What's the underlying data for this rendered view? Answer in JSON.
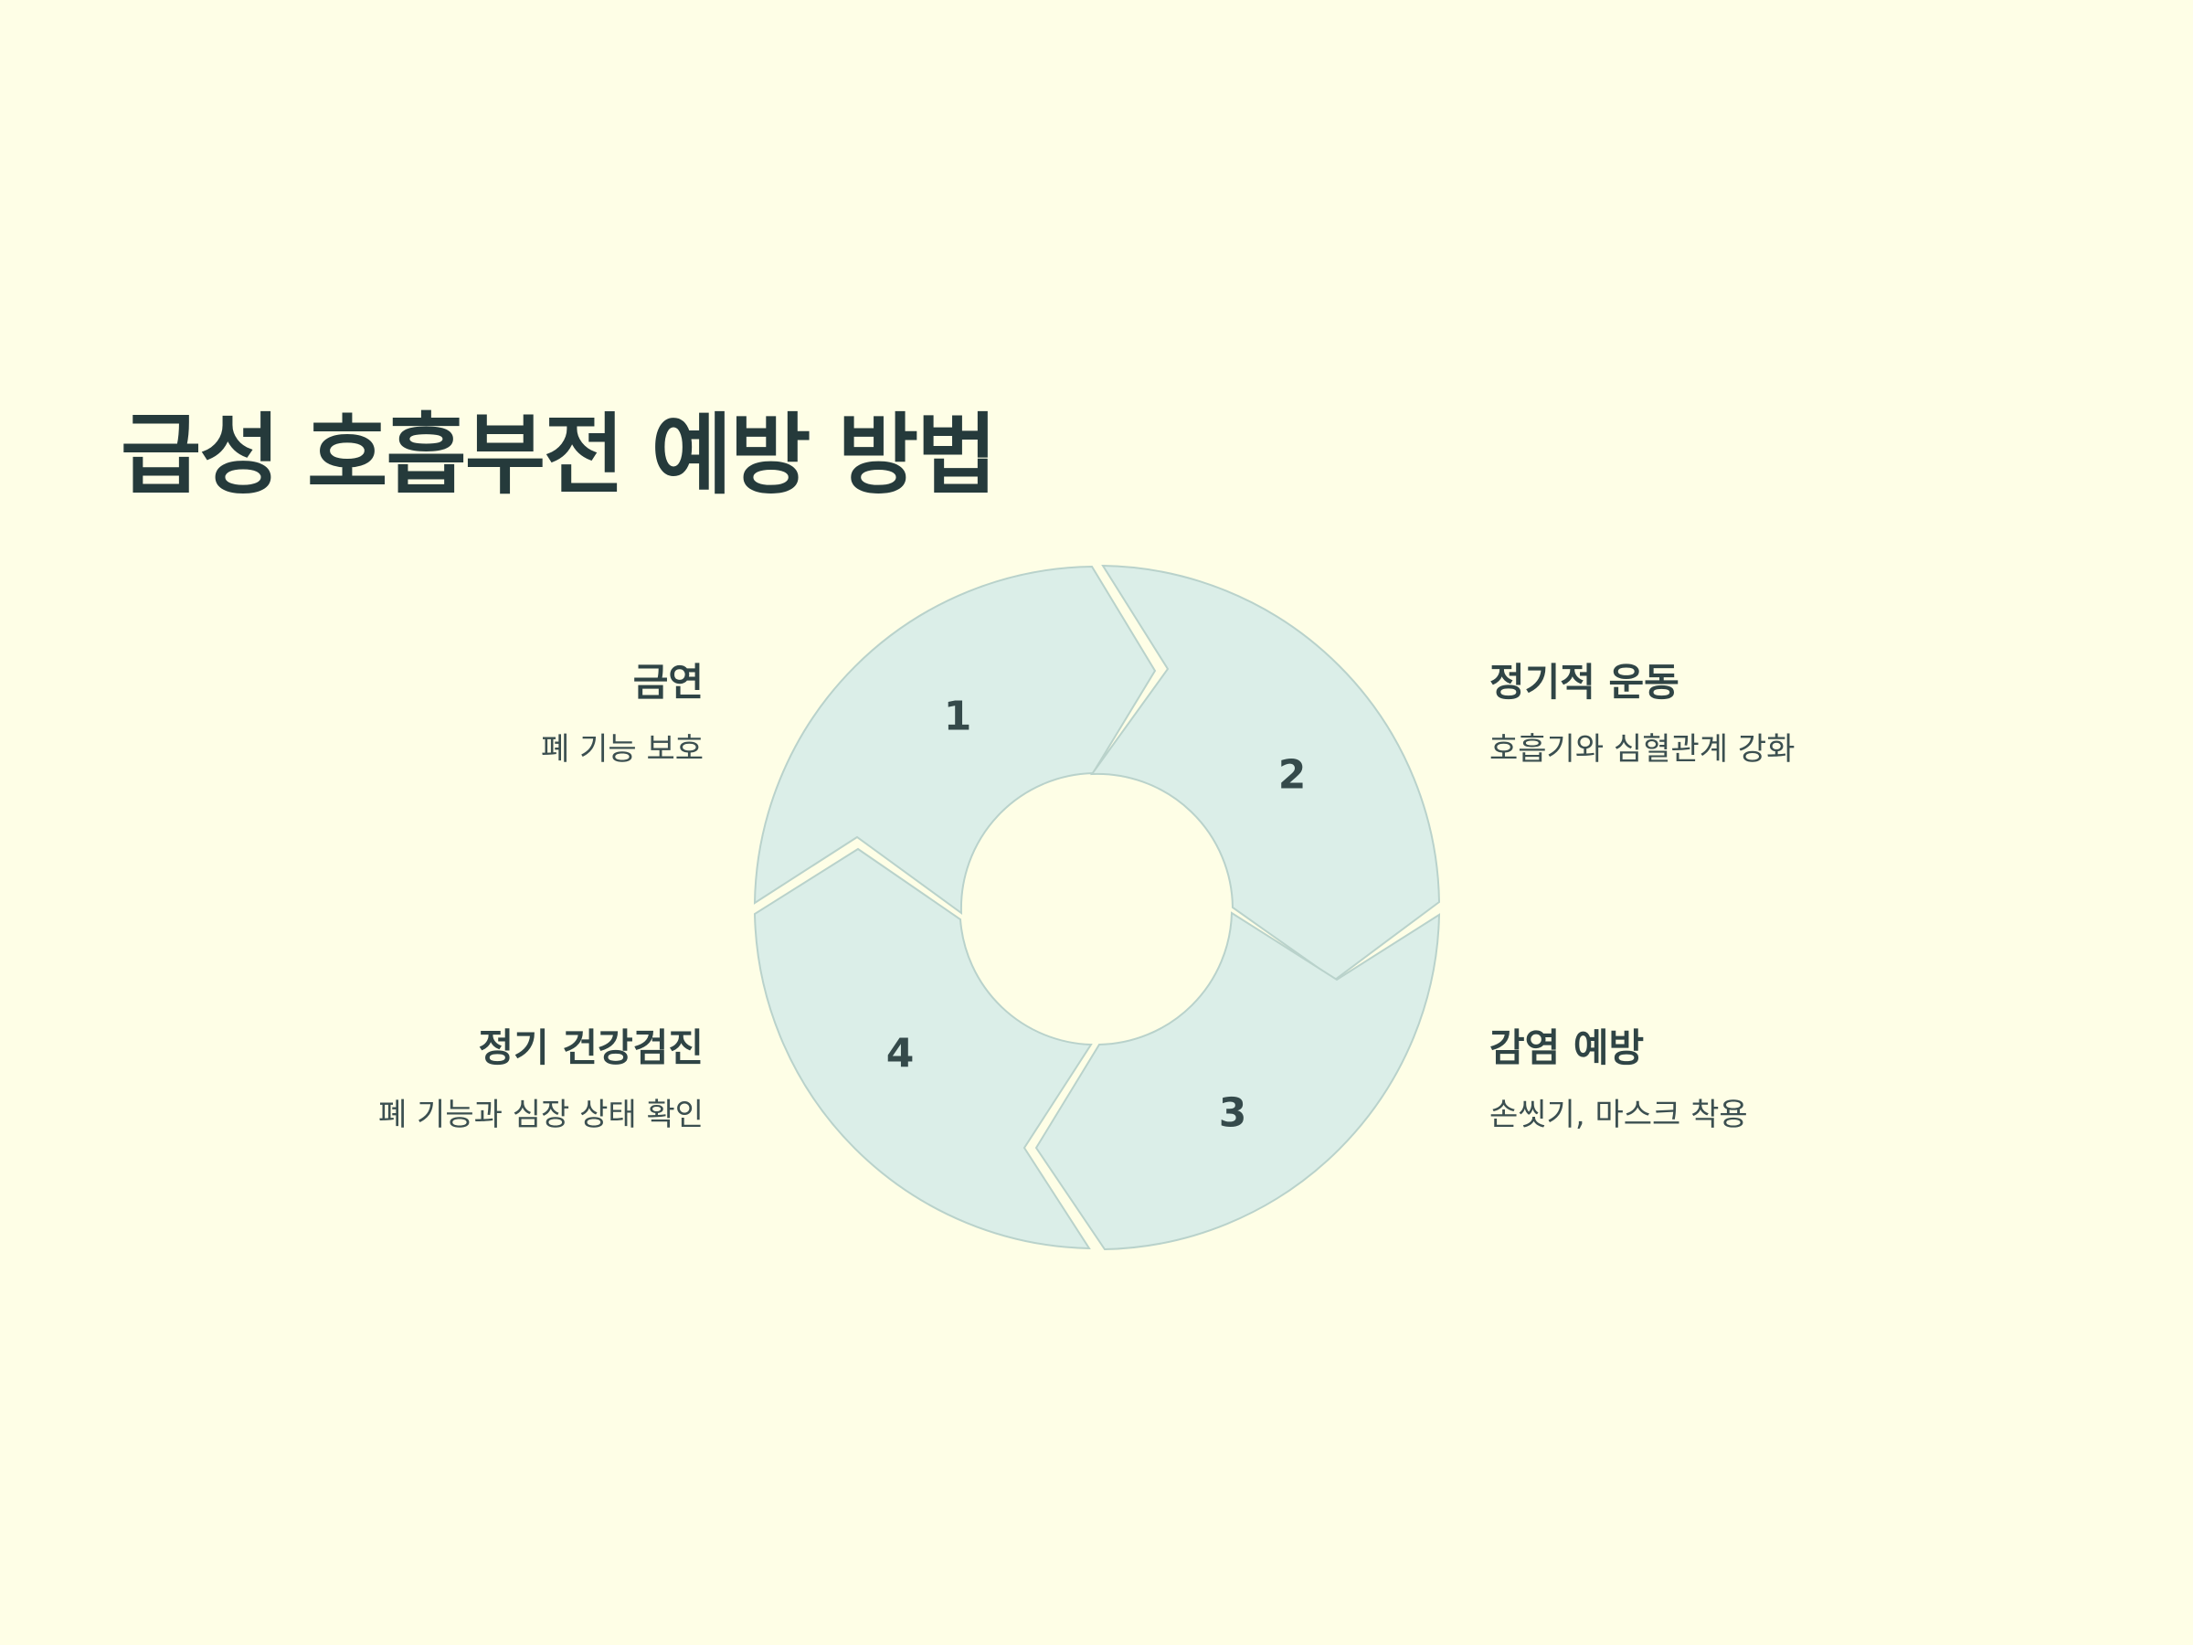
{
  "title": "급성 호흡부전 예방 방법",
  "steps": [
    {
      "number": "1",
      "title": "금연",
      "description": "폐 기능 보호"
    },
    {
      "number": "2",
      "title": "정기적 운동",
      "description": "호흡기와 심혈관계 강화"
    },
    {
      "number": "3",
      "title": "감염 예방",
      "description": "손씻기, 마스크 착용"
    },
    {
      "number": "4",
      "title": "정기 건강검진",
      "description": "폐 기능과 심장 상태 확인"
    }
  ],
  "colors": {
    "background": "#fefee6",
    "segment_fill": "#dbeee8",
    "segment_stroke": "#b9d2cb",
    "text_dark": "#253a3b"
  }
}
